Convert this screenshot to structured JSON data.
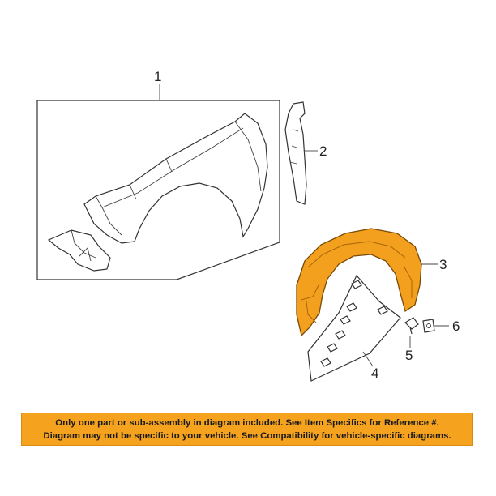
{
  "callouts": {
    "c1": "1",
    "c2": "2",
    "c3": "3",
    "c4": "4",
    "c5": "5",
    "c6": "6"
  },
  "banner": {
    "line1": "Only one part or sub-assembly in diagram included. See Item Specifics for Reference #.",
    "line2": "Diagram may not be specific to your vehicle. See Compatibility for vehicle-specific diagrams."
  },
  "colors": {
    "banner_bg": "#f5a21f",
    "liner_highlight": "#f2a01e",
    "line_art": "#333333"
  }
}
